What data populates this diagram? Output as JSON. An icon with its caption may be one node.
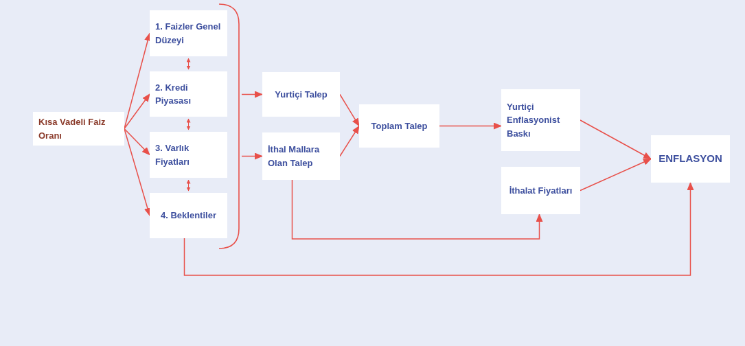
{
  "diagram": {
    "nodes": [
      {
        "text": [
          "Kısa Vadeli Faiz Oranı"
        ]
      },
      {
        "text": [
          "1. Faizler Genel Düzeyi"
        ]
      },
      {
        "text": [
          "2. Kredi Piyasası"
        ]
      },
      {
        "text": [
          "3. Varlık Fiyatları"
        ]
      },
      {
        "text": [
          "4. Beklentiler"
        ]
      },
      {
        "text": [],
        "shape": "bracket"
      },
      {
        "text": [
          "Yurtiçi Talep"
        ]
      },
      {
        "text": [
          "İthal Mallara Olan Talep"
        ]
      },
      {
        "text": [
          "Toplam Talep"
        ]
      },
      {
        "text": [
          "Yurtiçi Enflasyonist Baskı"
        ]
      },
      {
        "text": [
          "İthalat Fiyatları"
        ]
      },
      {
        "text": [
          "ENFLASYON"
        ]
      }
    ],
    "edges": [
      {
        "from": 0,
        "to": 1,
        "arrow": "to"
      },
      {
        "from": 0,
        "to": 2,
        "arrow": "to"
      },
      {
        "from": 0,
        "to": 3,
        "arrow": "to"
      },
      {
        "from": 0,
        "to": 4,
        "arrow": "to"
      },
      {
        "from": 1,
        "to": 2,
        "arrow": "both"
      },
      {
        "from": 2,
        "to": 3,
        "arrow": "both"
      },
      {
        "from": 3,
        "to": 4,
        "arrow": "both"
      },
      {
        "from": 5,
        "to": 6,
        "arrow": "to"
      },
      {
        "from": 5,
        "to": 7,
        "arrow": "to"
      },
      {
        "from": 6,
        "to": 8,
        "arrow": "to"
      },
      {
        "from": 7,
        "to": 8,
        "arrow": "to"
      },
      {
        "from": 8,
        "to": 9,
        "arrow": "to"
      },
      {
        "from": 9,
        "to": 11,
        "arrow": "to"
      },
      {
        "from": 10,
        "to": 11,
        "arrow": "to"
      },
      {
        "from": 7,
        "to": 10,
        "arrow": "to"
      },
      {
        "from": 4,
        "to": 11,
        "arrow": "to"
      }
    ]
  }
}
